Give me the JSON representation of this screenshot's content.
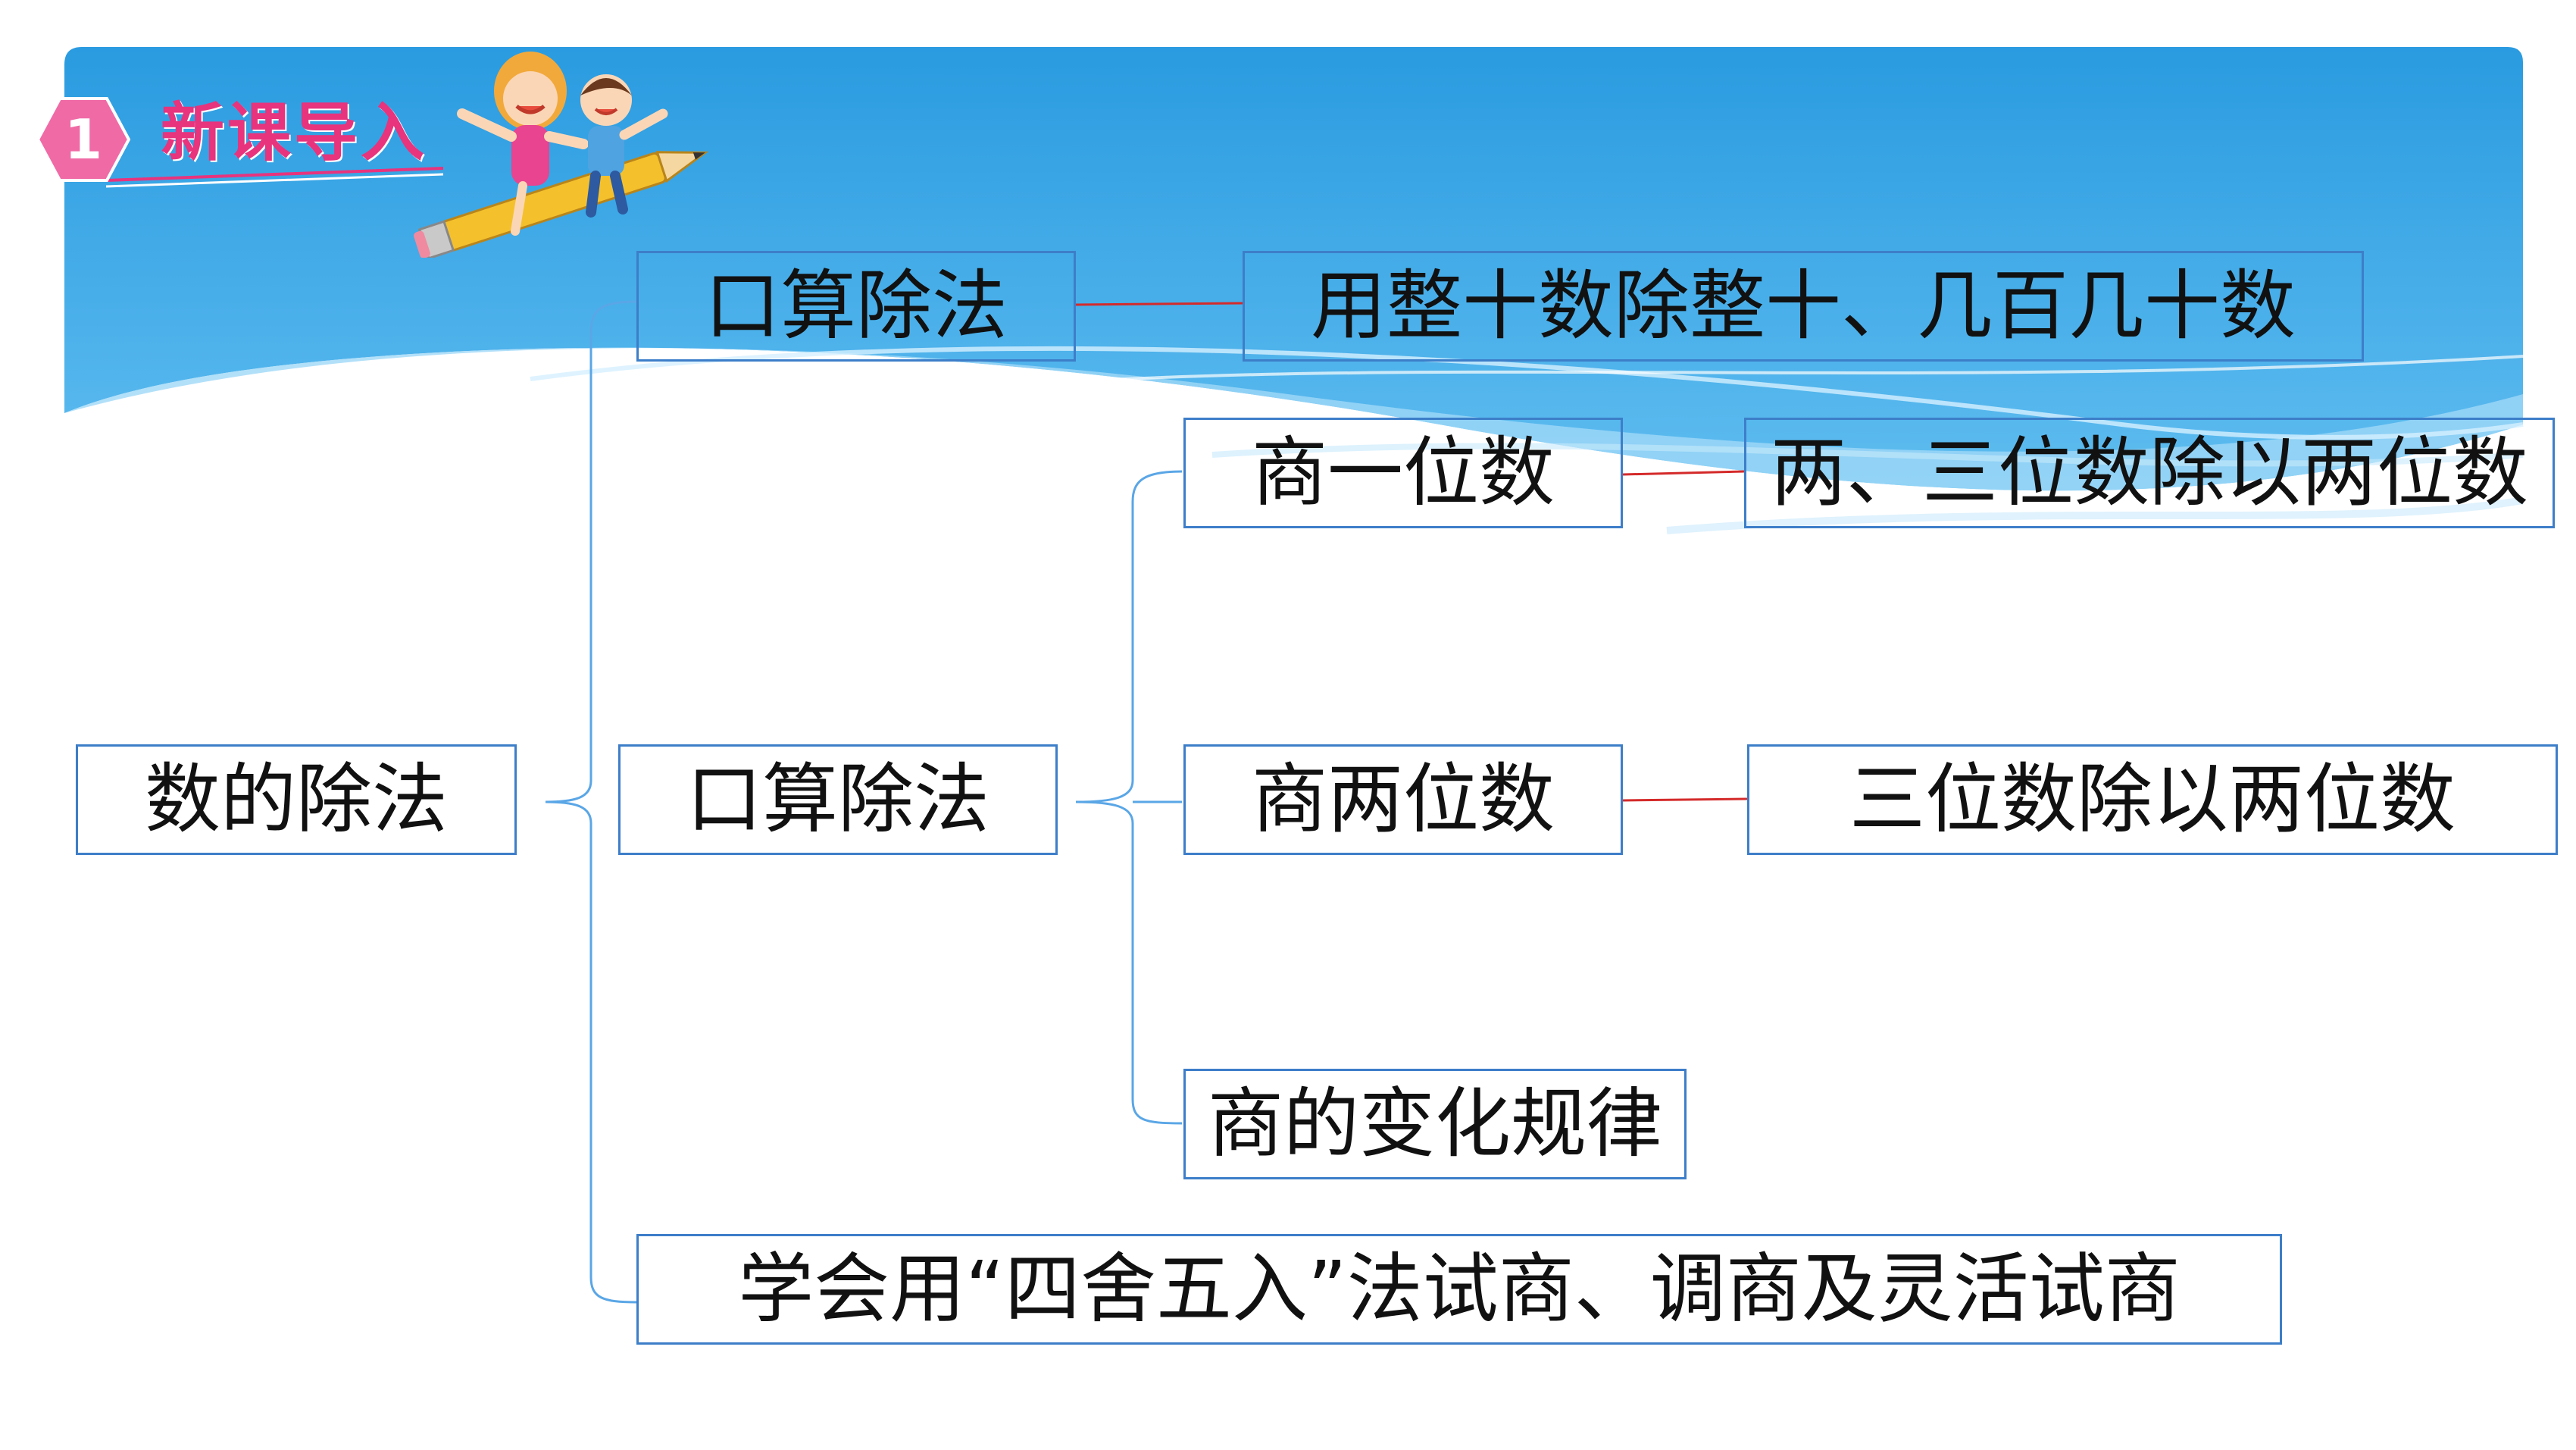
{
  "header": {
    "badge_number": "1",
    "section_title": "新课导入"
  },
  "mindmap": {
    "root": "数的除法",
    "branch_oral": "口算除法",
    "branch_oral_detail": "用整十数除整十、几百几十数",
    "branch_written": "口算除法",
    "quotient_one_digit": "商一位数",
    "quotient_one_digit_detail": "两、三位数除以两位数",
    "quotient_two_digit": "商两位数",
    "quotient_two_digit_detail": "三位数除以两位数",
    "quotient_rule": "商的变化规律",
    "branch_trial": "学会用“四舍五入”法试商、调商及灵活试商"
  },
  "colors": {
    "banner_dark": "#1b8fd8",
    "banner_light": "#62c0f2",
    "node_border": "#3d7ec9",
    "bracket_line": "#5aa6e6",
    "connector_red": "#d42a2a",
    "badge_pink": "#f06aa6",
    "title_pink": "#e8337d"
  }
}
